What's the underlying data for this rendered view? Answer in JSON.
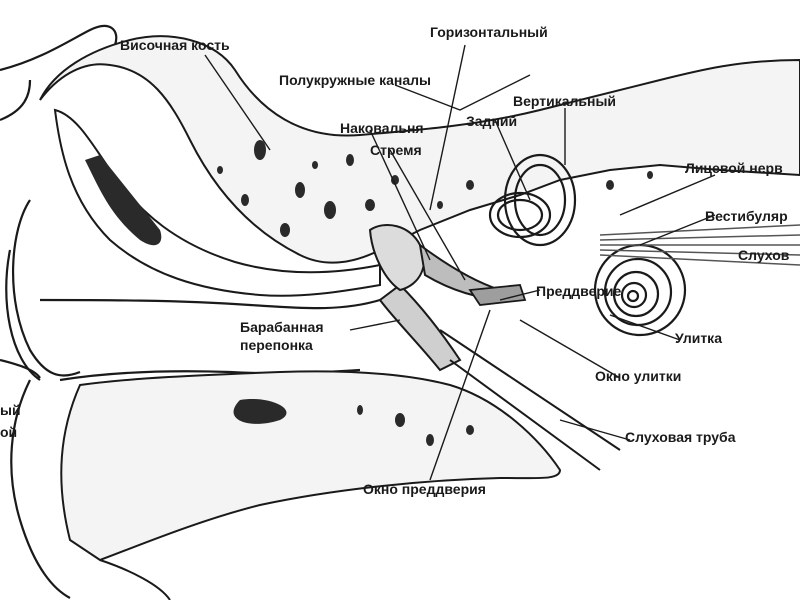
{
  "labels": {
    "temporal_bone": "Височная кость",
    "horizontal": "Горизонтальный",
    "semicircular_canals": "Полукружные каналы",
    "vertical": "Вертикальный",
    "incus": "Наковальня",
    "posterior": "Задний",
    "stapes": "Стремя",
    "facial_nerve": "Лицевой нерв",
    "vestibular": "Вестибуляр",
    "auditory": "Слухов",
    "vestibule": "Преддверие",
    "tympanic_membrane_1": "Барабанная",
    "tympanic_membrane_2": "перепонка",
    "cochlea": "Улитка",
    "round_window": "Окно улитки",
    "eustachian_tube": "Слуховая труба",
    "oval_window": "Окно преддверия",
    "left_cut_1": "ый",
    "left_cut_2": "ой"
  },
  "colors": {
    "ink": "#1a1a1a",
    "bone_fill": "#f4f4f4",
    "dark_fill": "#2a2a2a"
  }
}
